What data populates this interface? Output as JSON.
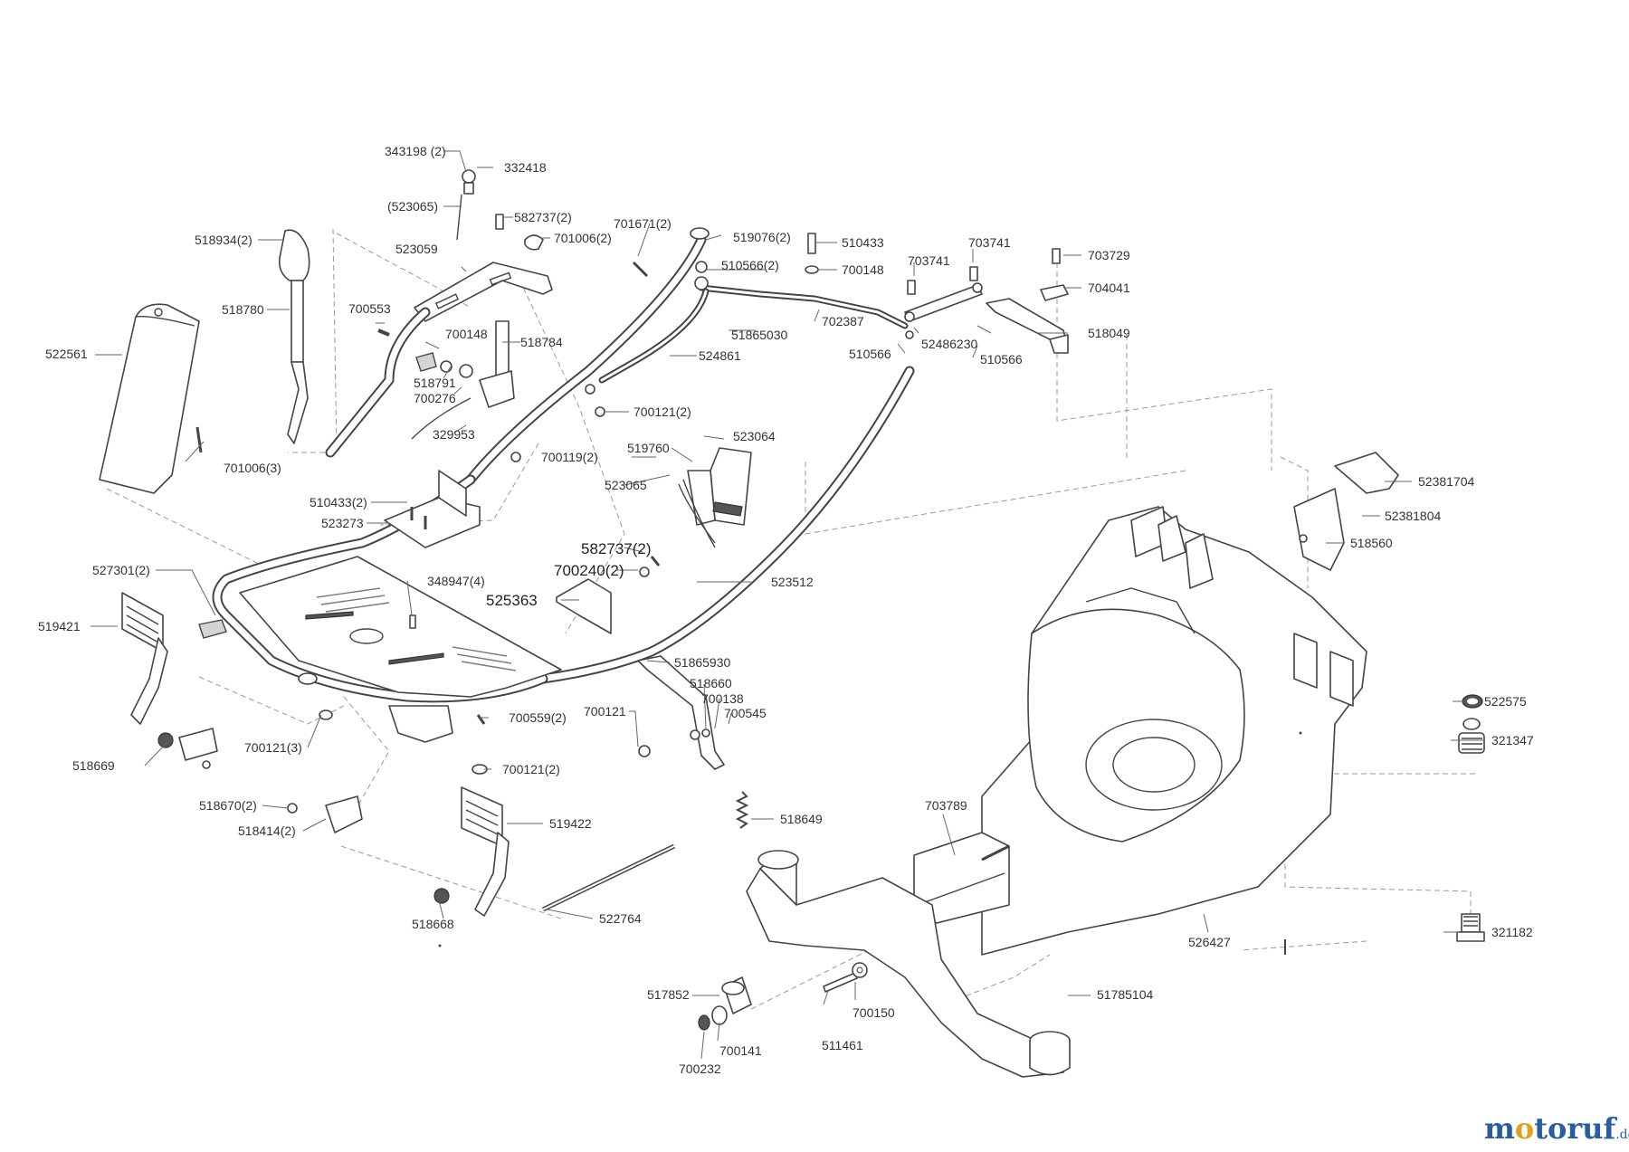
{
  "parts": [
    {
      "id": "p343198",
      "label": "343198 (2)"
    },
    {
      "id": "p332418",
      "label": "332418"
    },
    {
      "id": "p523065a",
      "label": "(523065)"
    },
    {
      "id": "p582737a",
      "label": "582737(2)"
    },
    {
      "id": "p701006a",
      "label": "701006(2)"
    },
    {
      "id": "p701671",
      "label": "701671(2)"
    },
    {
      "id": "p519076",
      "label": "519076(2)"
    },
    {
      "id": "p510433a",
      "label": "510433"
    },
    {
      "id": "p703741a",
      "label": "703741"
    },
    {
      "id": "p703741b",
      "label": "703741"
    },
    {
      "id": "p703729",
      "label": "703729"
    },
    {
      "id": "p518934",
      "label": "518934(2)"
    },
    {
      "id": "p523059",
      "label": "523059"
    },
    {
      "id": "p510566a",
      "label": "510566(2)"
    },
    {
      "id": "p700148a",
      "label": "700148"
    },
    {
      "id": "p704041",
      "label": "704041"
    },
    {
      "id": "p518780",
      "label": "518780"
    },
    {
      "id": "p700553",
      "label": "700553"
    },
    {
      "id": "p700148b",
      "label": "700148"
    },
    {
      "id": "p518784",
      "label": "518784"
    },
    {
      "id": "p51865030",
      "label": "51865030"
    },
    {
      "id": "p702387",
      "label": "702387"
    },
    {
      "id": "p52486230",
      "label": "52486230"
    },
    {
      "id": "p518049",
      "label": "518049"
    },
    {
      "id": "p522561",
      "label": "522561"
    },
    {
      "id": "p510566b",
      "label": "510566"
    },
    {
      "id": "p510566c",
      "label": "510566"
    },
    {
      "id": "p524861",
      "label": "524861"
    },
    {
      "id": "p518791",
      "label": "518791"
    },
    {
      "id": "p700276",
      "label": "700276"
    },
    {
      "id": "p700121a",
      "label": "700121(2)"
    },
    {
      "id": "p329953",
      "label": "329953"
    },
    {
      "id": "p523064",
      "label": "523064"
    },
    {
      "id": "p519760",
      "label": "519760"
    },
    {
      "id": "p701006b",
      "label": "701006(3)"
    },
    {
      "id": "p700119",
      "label": "700119(2)"
    },
    {
      "id": "p523065b",
      "label": "523065"
    },
    {
      "id": "p52381704",
      "label": "52381704"
    },
    {
      "id": "p510433b",
      "label": "510433(2)"
    },
    {
      "id": "p523273",
      "label": "523273"
    },
    {
      "id": "p52381804",
      "label": "52381804"
    },
    {
      "id": "p518560",
      "label": "518560"
    },
    {
      "id": "p582737b",
      "label": "582737(2)",
      "large": true
    },
    {
      "id": "p527301",
      "label": "527301(2)"
    },
    {
      "id": "p700240",
      "label": "700240(2)",
      "large": true
    },
    {
      "id": "p348947",
      "label": "348947(4)"
    },
    {
      "id": "p523512",
      "label": "523512"
    },
    {
      "id": "p525363",
      "label": "525363",
      "large": true
    },
    {
      "id": "p519421",
      "label": "519421"
    },
    {
      "id": "p51865930",
      "label": "51865930"
    },
    {
      "id": "p518660",
      "label": "518660"
    },
    {
      "id": "p700138",
      "label": "700138"
    },
    {
      "id": "p522575",
      "label": "522575"
    },
    {
      "id": "p700121b",
      "label": "700121"
    },
    {
      "id": "p700545",
      "label": "700545"
    },
    {
      "id": "p700559",
      "label": "700559(2)"
    },
    {
      "id": "p321347",
      "label": "321347"
    },
    {
      "id": "p518669",
      "label": "518669"
    },
    {
      "id": "p700121c",
      "label": "700121(3)"
    },
    {
      "id": "p700121d",
      "label": "700121(2)"
    },
    {
      "id": "p703789",
      "label": "703789"
    },
    {
      "id": "p518670",
      "label": "518670(2)"
    },
    {
      "id": "p518649",
      "label": "518649"
    },
    {
      "id": "p519422",
      "label": "519422"
    },
    {
      "id": "p518414",
      "label": "518414(2)"
    },
    {
      "id": "p522764",
      "label": "522764"
    },
    {
      "id": "p526427",
      "label": "526427"
    },
    {
      "id": "p518668",
      "label": "518668"
    },
    {
      "id": "p321182",
      "label": "321182"
    },
    {
      "id": "p517852",
      "label": "517852"
    },
    {
      "id": "p51785104",
      "label": "51785104"
    },
    {
      "id": "p700150",
      "label": "700150"
    },
    {
      "id": "p700141",
      "label": "700141"
    },
    {
      "id": "p511461",
      "label": "511461"
    },
    {
      "id": "p700232",
      "label": "700232"
    }
  ],
  "brand": {
    "name_m": "m",
    "name_o": "o",
    "name_rest": "toruf",
    "tld": ".de"
  },
  "colors": {
    "line": "#444444",
    "brand_blue": "#2a5d9f",
    "brand_orange": "#e0a21c"
  }
}
